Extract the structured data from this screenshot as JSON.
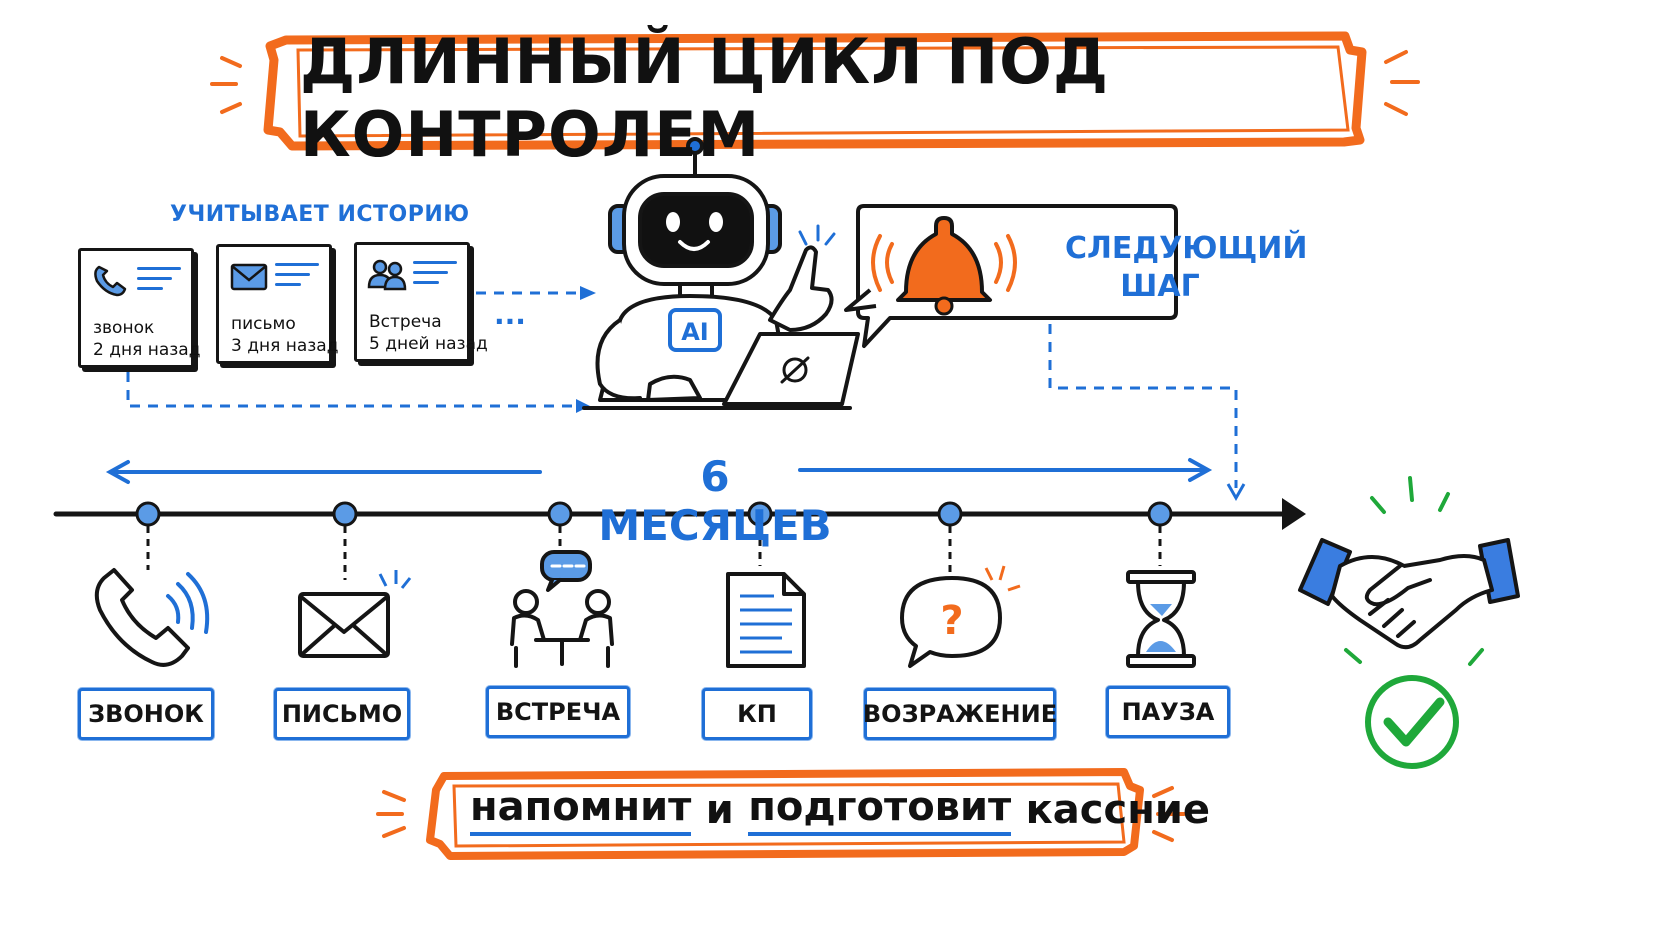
{
  "title": "ДЛИННЫЙ ЦИКЛ ПОД КОНТРОЛЕМ",
  "history": {
    "label": "УЧИТЫВАЕТ ИСТОРИЮ",
    "cards": [
      {
        "icon": "phone-icon",
        "line1": "звонок",
        "line2": "2 дня назад"
      },
      {
        "icon": "envelope-icon",
        "line1": "письмо",
        "line2": "3 дня назад"
      },
      {
        "icon": "people-icon",
        "line1": "Встреча",
        "line2": "5 дней назад"
      }
    ],
    "more": "..."
  },
  "robot": {
    "badge": "AI",
    "icon": "robot-icon"
  },
  "next_step": {
    "line1": "СЛЕДУЮЩИЙ",
    "line2": "ШАГ",
    "icon": "bell-icon"
  },
  "timeline": {
    "duration_label": "6 МЕСЯЦЕВ",
    "steps": [
      {
        "label": "ЗВОНОК",
        "icon": "phone-icon"
      },
      {
        "label": "ПИСЬМО",
        "icon": "envelope-icon"
      },
      {
        "label": "ВСТРЕЧА",
        "icon": "meeting-icon"
      },
      {
        "label": "КП",
        "icon": "document-icon"
      },
      {
        "label": "ВОЗРАЖЕНИЕ",
        "icon": "question-bubble-icon"
      },
      {
        "label": "ПАУЗА",
        "icon": "hourglass-icon"
      }
    ],
    "result_icons": [
      "handshake-icon",
      "checkmark-icon"
    ]
  },
  "banner": {
    "word1": "напомнит",
    "word2": "и",
    "word3": "подготовит",
    "word4": "кассние"
  },
  "colors": {
    "accent_blue": "#1f6fd6",
    "accent_orange": "#f26b1d",
    "ink": "#141414",
    "green": "#1fa83a"
  }
}
